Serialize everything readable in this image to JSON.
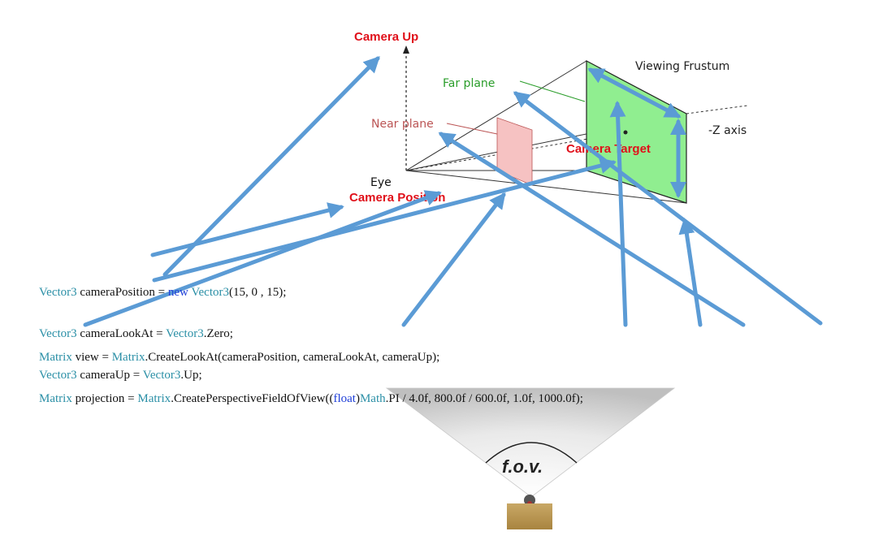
{
  "frustum_labels": {
    "camera_up": "Camera Up",
    "viewing_frustum": "Viewing Frustum",
    "far_plane": "Far plane",
    "near_plane": "Near plane",
    "z_axis": "-Z axis",
    "camera_target": "Camera Target",
    "eye": "Eye",
    "camera_position": "Camera Position"
  },
  "code": {
    "line1": {
      "t1": "Vector3",
      "t2": " cameraPosition = ",
      "kw": "new",
      "t3": " ",
      "t4": "Vector3",
      "t5": "(15, 0 , 15);"
    },
    "line2": {
      "t1": "Vector3",
      "t2": " cameraLookAt = ",
      "t3": "Vector3",
      "t4": ".Zero;"
    },
    "line3": {
      "t1": "Vector3",
      "t2": " cameraUp = ",
      "t3": "Vector3",
      "t4": ".Up;"
    },
    "line4": {
      "t1": "Matrix",
      "t2": " view = ",
      "t3": "Matrix",
      "t4": ".CreateLookAt(cameraPosition, cameraLookAt, cameraUp);"
    },
    "line5": {
      "t1": "Matrix",
      "t2": " projection = ",
      "t3": "Matrix",
      "t4": ".CreatePerspectiveFieldOfView((",
      "kw": "float",
      "t5": ")",
      "t6": "Math",
      "t7": ".PI / 4.0f, 800.0f / 600.0f, 1.0f, 1000.0f);"
    }
  },
  "fov_label": "f.o.v.",
  "colors": {
    "arrow": "#5b9bd5",
    "red_label": "#e0101a",
    "far_plane_fill": "#90ee90",
    "near_plane_fill": "#f6c2c2",
    "keyword": "#1f3fd8",
    "type": "#2a8fa6"
  }
}
